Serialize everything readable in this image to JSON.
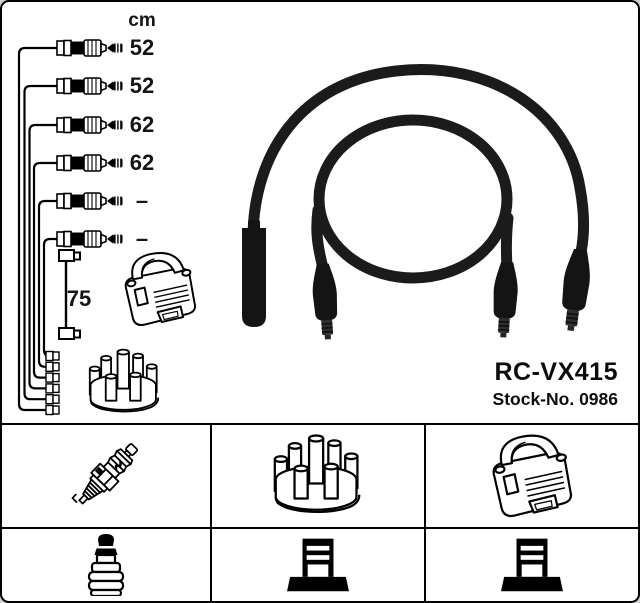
{
  "product": {
    "code": "RC-VX415",
    "stock_no": "Stock-No. 0986"
  },
  "schematic": {
    "unit": "cm",
    "cable_lengths": [
      "52",
      "52",
      "62",
      "62",
      "–",
      "–"
    ],
    "coil_cable_length": "75"
  },
  "grid": {
    "cells": [
      {
        "icon": "spark-plug-icon"
      },
      {
        "icon": "distributor-cap-icon"
      },
      {
        "icon": "ignition-coil-icon"
      },
      {
        "icon": "plug-boot-icon"
      },
      {
        "icon": "terminal-connector-icon"
      },
      {
        "icon": "terminal-connector-icon"
      }
    ]
  },
  "colors": {
    "border": "#000000",
    "background": "#ffffff",
    "cable_photo": "#1b1b1b",
    "line_art": "#000000"
  }
}
